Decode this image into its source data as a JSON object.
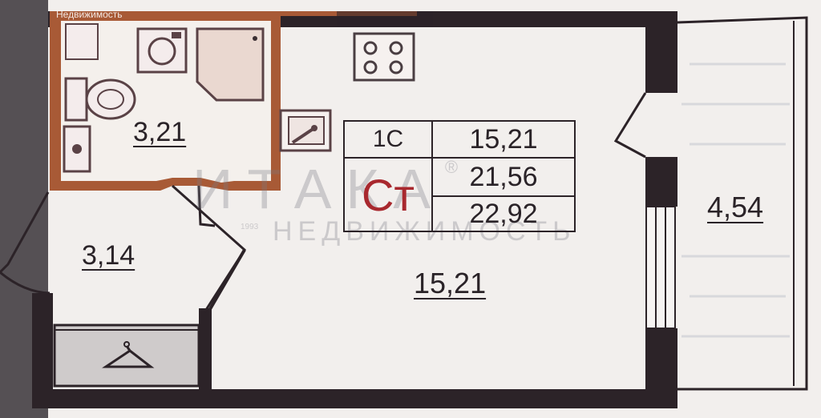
{
  "source_tag": "Недвижимость",
  "rooms": {
    "bathroom_area": "3,21",
    "hallway_area": "3,14",
    "living_area": "15,21",
    "balcony_area": "4,54"
  },
  "summary_table": {
    "type": "1С",
    "type_short": "Ст",
    "living": "15,21",
    "total": "21,56",
    "total_with_balcony": "22,92"
  },
  "watermark": {
    "brand": "ИТАКА",
    "registered": "®",
    "subtitle": "НЕДВИЖИМОСТЬ",
    "year": "1993"
  },
  "colors": {
    "wall": "#2c2328",
    "bathroom_wall": "#a85a36",
    "background": "#f2efed"
  }
}
